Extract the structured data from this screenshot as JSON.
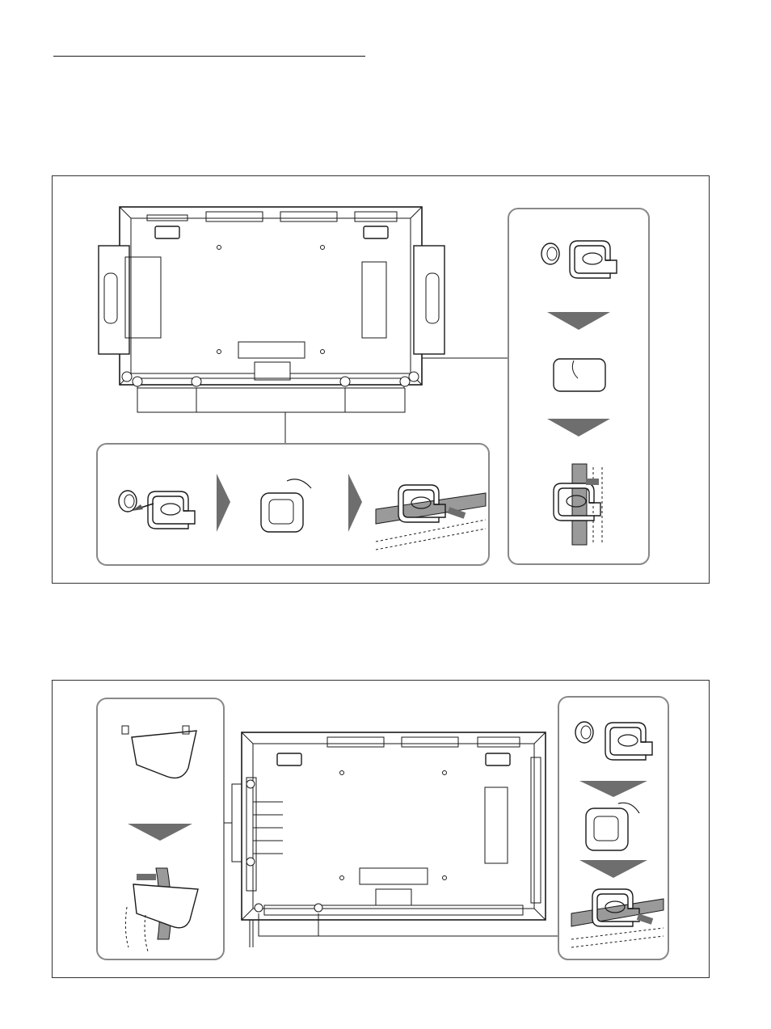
{
  "page": {
    "heading_rule": true
  },
  "figures": [
    {
      "id": "figure-top",
      "description_label": "",
      "steps_bottom": 3,
      "steps_right": 3
    },
    {
      "id": "figure-bottom",
      "description_label": "",
      "steps_left": 2,
      "steps_right": 3
    }
  ],
  "colors": {
    "line": "#1a1a1a",
    "arrow_fill": "#6e6e6e",
    "cable_fill": "#9a9a9a",
    "callout_border": "#888888",
    "background": "#ffffff"
  },
  "icons": [
    "clamp-icon",
    "mount-hole-icon",
    "step-arrow-icon",
    "rotate-arrow-icon",
    "push-arrow-icon"
  ]
}
